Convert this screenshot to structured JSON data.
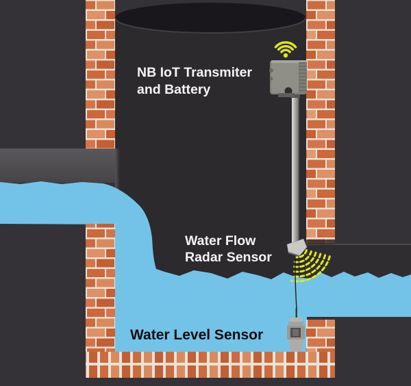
{
  "diagram": {
    "type": "sewer-manhole-iot-monitoring-schematic",
    "labels": {
      "transmitter_line1": "NB IoT Transmiter",
      "transmitter_line2": "and Battery",
      "flow_line1": "Water Flow",
      "flow_line2": "Radar Sensor",
      "level_label": "Water Level Sensor"
    },
    "components": [
      {
        "name": "nb-iot-transmitter-box",
        "desc": "gray enclosure mounted at top of shaft"
      },
      {
        "name": "wifi-signal-icon",
        "desc": "yellow wireless signal above transmitter"
      },
      {
        "name": "mounting-pole",
        "desc": "metal pole from transmitter down to radar sensor"
      },
      {
        "name": "water-flow-radar-sensor",
        "desc": "angled radar head emitting beams toward water"
      },
      {
        "name": "radar-beams-icon",
        "desc": "yellow dashed arcs toward water surface"
      },
      {
        "name": "water-level-sensor-probe",
        "desc": "submerged cylindrical probe on cable"
      },
      {
        "name": "brick-shaft-walls",
        "desc": "brick columns, floor and tunnels"
      },
      {
        "name": "water-flow",
        "desc": "water entering left tunnel, cascading into pool, exiting right"
      }
    ],
    "colors": {
      "background": "#343236",
      "chamber": "#2c2a2d",
      "chamber_top": "#19171b",
      "chamber_rim": "#4d4b4e",
      "water": "#73c3e9",
      "brick": "#cd6a3e",
      "brick_light": "#de9066",
      "mortar": "#eae3d7",
      "signal_yellow": "#dfe71f",
      "tunnel_left": "#535154",
      "tunnel_right": "#2f2d30",
      "label_light": "#f5f5f5",
      "label_dark": "#0d0d0d"
    }
  }
}
